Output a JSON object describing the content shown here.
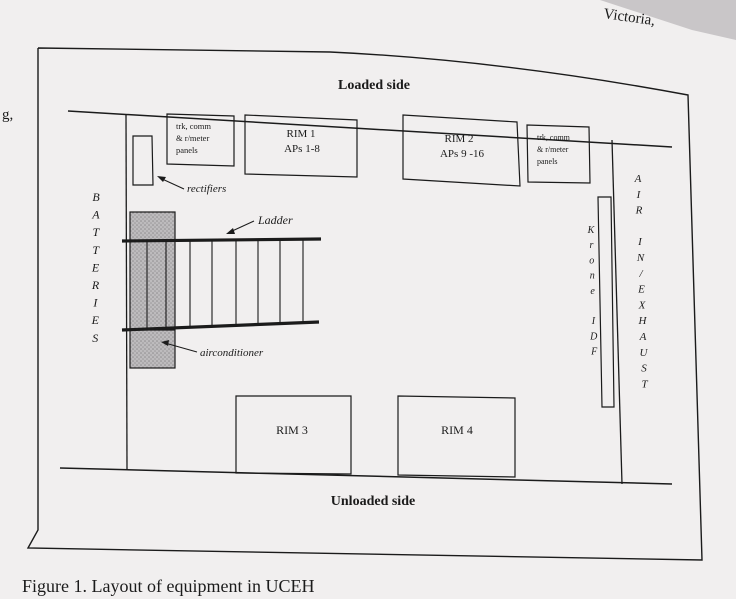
{
  "header_fragment": "Victoria,",
  "left_fragment": "g,",
  "top_label": "Loaded side",
  "bottom_label": "Unloaded side",
  "caption": "Figure 1.  Layout of equipment in UCEH",
  "panels_left": [
    "trk, comm",
    "& r/meter",
    "panels"
  ],
  "panels_right": [
    "trk, comm",
    "& r/meter",
    "panels"
  ],
  "rim1": [
    "RIM  1",
    "APs 1-8"
  ],
  "rim2": [
    "RIM  2",
    "APs 9 -16"
  ],
  "rim3": "RIM  3",
  "rim4": "RIM  4",
  "rectifiers": "rectifiers",
  "ladder": "Ladder",
  "airconditioner": "airconditioner",
  "batteries": [
    "B",
    "A",
    "T",
    "T",
    "E",
    "R",
    "I",
    "E",
    "S"
  ],
  "krone_idf": [
    "K",
    "r",
    "o",
    "n",
    "e",
    "",
    "I",
    "D",
    "F"
  ],
  "air_exhaust": [
    "A",
    "I",
    "R",
    "",
    "I",
    "N",
    "/",
    "E",
    "X",
    "H",
    "A",
    "U",
    "S",
    "T"
  ],
  "colors": {
    "paper": "#f1efef",
    "background": "#c9c6c8",
    "ink": "#1b1b1b",
    "shade": "#a9a7a9"
  }
}
